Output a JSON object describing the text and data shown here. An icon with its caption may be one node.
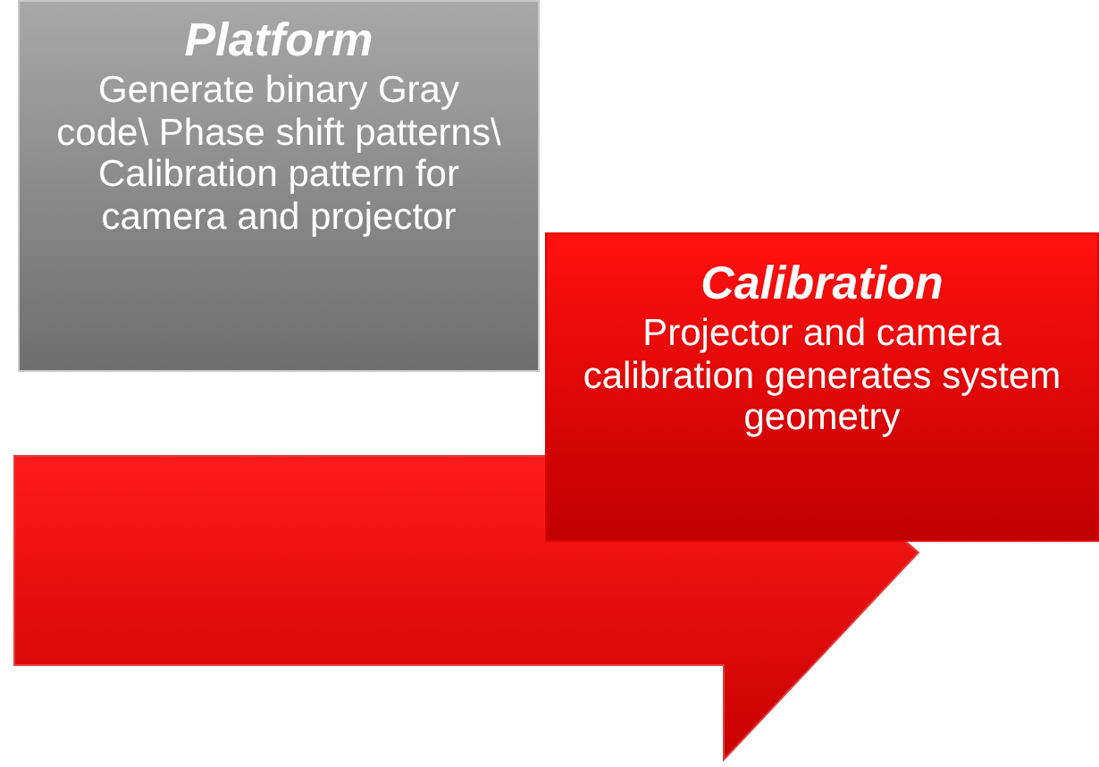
{
  "diagram": {
    "nodes": [
      {
        "text": [
          "Platform",
          "Generate binary Gray code\\ Phase shift patterns\\ Calibration pattern for camera and projector"
        ]
      },
      {
        "text": [
          "Calibration",
          "Projector and camera calibration generates system geometry"
        ]
      }
    ]
  }
}
